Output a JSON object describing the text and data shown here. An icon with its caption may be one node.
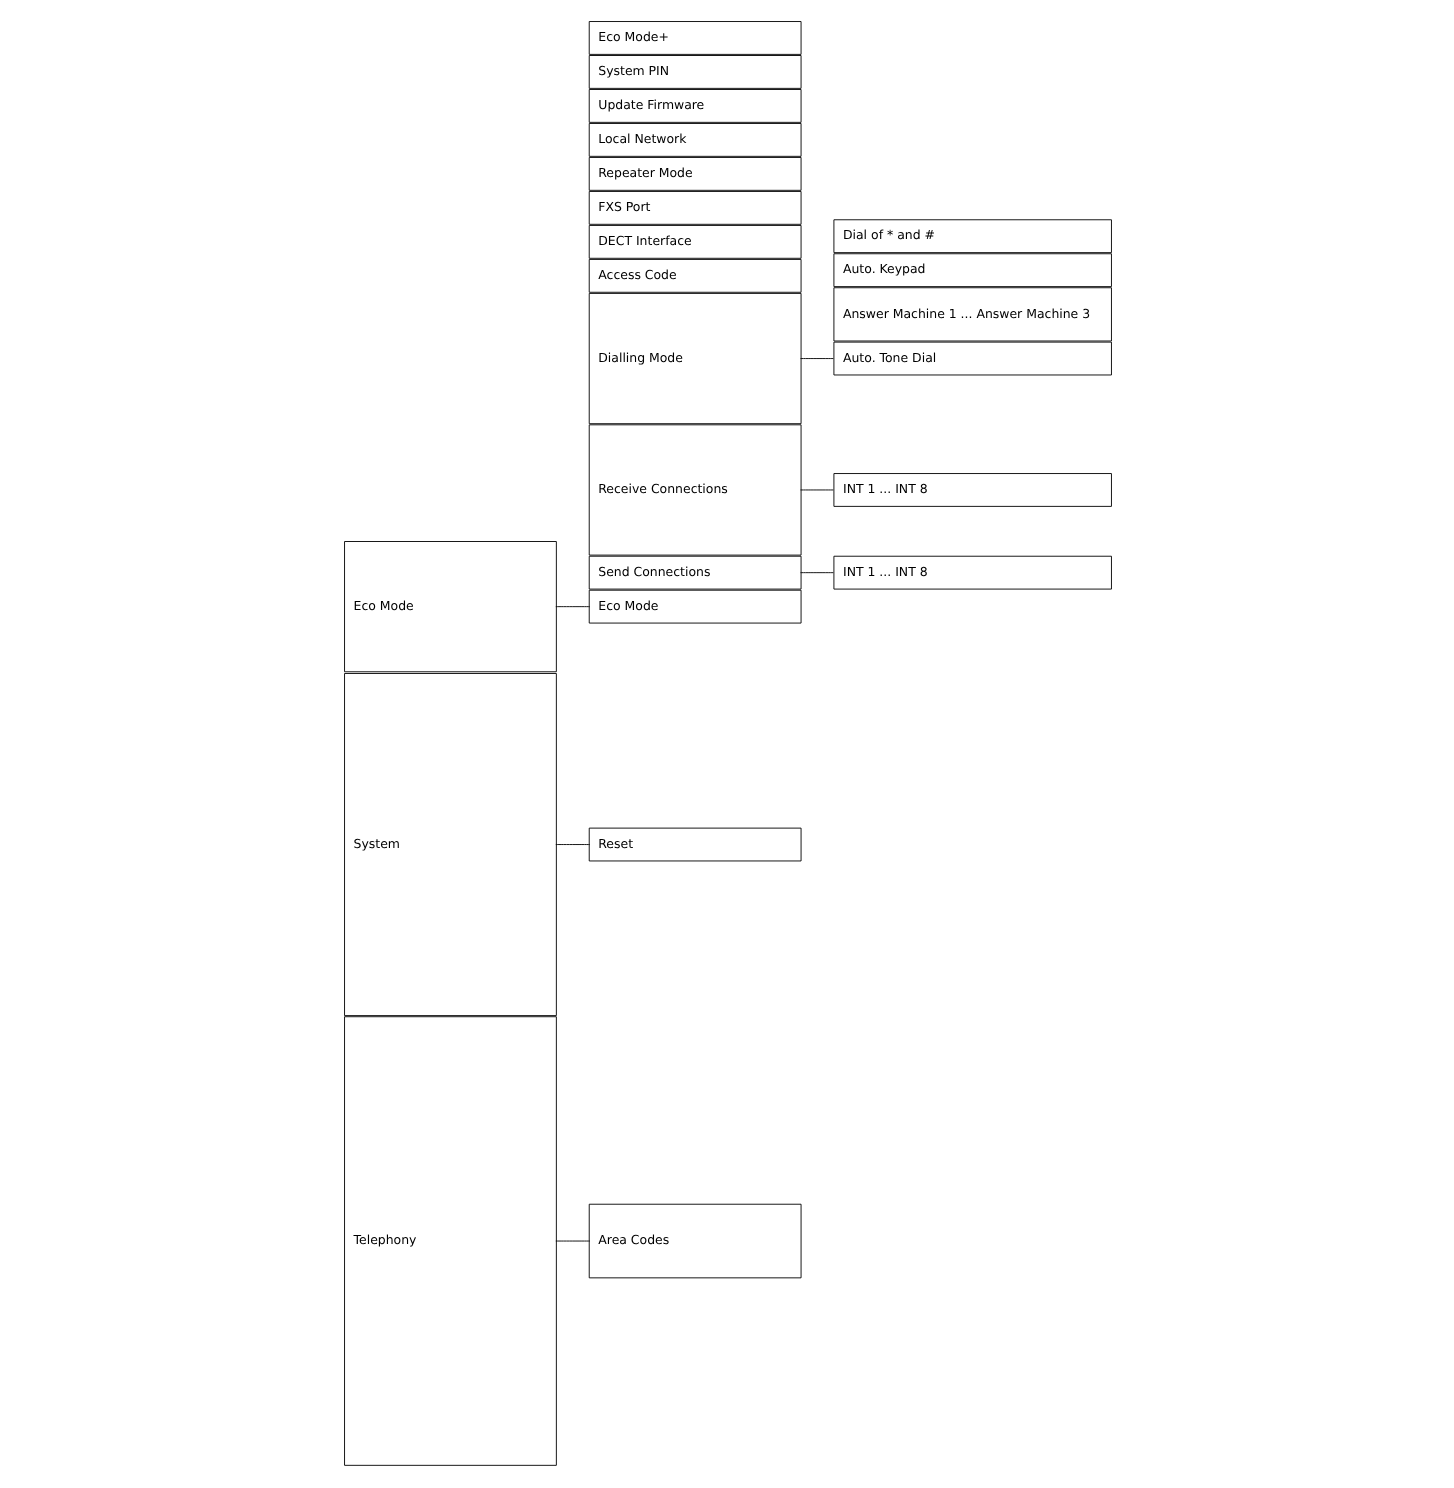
{
  "diagram": {
    "nodes": [
      {
        "text": [
          "Telephony"
        ]
      },
      {
        "text": [
          "Area Codes"
        ]
      },
      {
        "text": [
          "Send Connections"
        ]
      },
      {
        "text": [
          "INT 1 ... INT 8"
        ]
      },
      {
        "text": [
          "Receive Connections"
        ]
      },
      {
        "text": [
          "INT 1 ... INT 8"
        ]
      },
      {
        "text": [
          "Answer Machine 1 ... Answer Machine 3"
        ]
      },
      {
        "text": [
          "Dialling Mode"
        ]
      },
      {
        "text": [
          "Auto. Tone Dial"
        ]
      },
      {
        "text": [
          "Auto. Keypad"
        ]
      },
      {
        "text": [
          "Dial of * and #"
        ]
      },
      {
        "text": [
          "Access Code"
        ]
      },
      {
        "text": [
          "System"
        ]
      },
      {
        "text": [
          "Reset"
        ]
      },
      {
        "text": [
          "DECT Interface"
        ]
      },
      {
        "text": [
          "FXS Port"
        ]
      },
      {
        "text": [
          "Repeater Mode"
        ]
      },
      {
        "text": [
          "Local Network"
        ]
      },
      {
        "text": [
          "Update Firmware"
        ]
      },
      {
        "text": [
          "System PIN"
        ]
      },
      {
        "text": [
          "Eco Mode"
        ]
      },
      {
        "text": [
          "Eco Mode"
        ]
      },
      {
        "text": [
          "Eco Mode+"
        ]
      }
    ],
    "edges": [
      {
        "from": 0,
        "to": 1,
        "arrow": "none"
      },
      {
        "from": 2,
        "to": 3,
        "arrow": "none"
      },
      {
        "from": 4,
        "to": 5,
        "arrow": "none"
      },
      {
        "from": 7,
        "to": 8,
        "arrow": "none"
      },
      {
        "from": 12,
        "to": 13,
        "arrow": "none"
      },
      {
        "from": 20,
        "to": 21,
        "arrow": "none"
      }
    ]
  }
}
